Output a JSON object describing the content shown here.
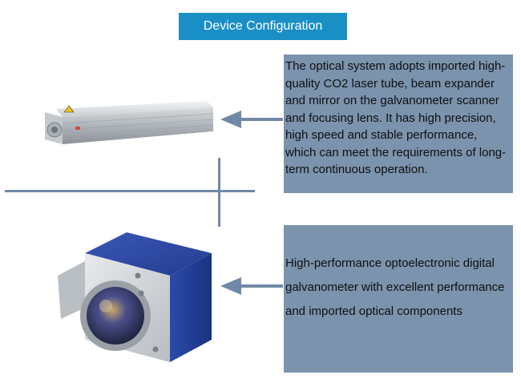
{
  "header": {
    "title": "Device Configuration"
  },
  "sections": [
    {
      "description": "The optical system adopts imported high-quality CO2 laser tube, beam expander and mirror on the galvanometer scanner and focusing lens. It has high precision, high speed and stable performance, which can meet the requirements of long-term continuous operation."
    },
    {
      "description": "High-performance optoelectronic digital galvanometer with excellent performance and imported optical components"
    }
  ],
  "colors": {
    "title_bg": "#1a8fc6",
    "panel_bg": "#7b93ad",
    "divider": "#7189a6"
  }
}
